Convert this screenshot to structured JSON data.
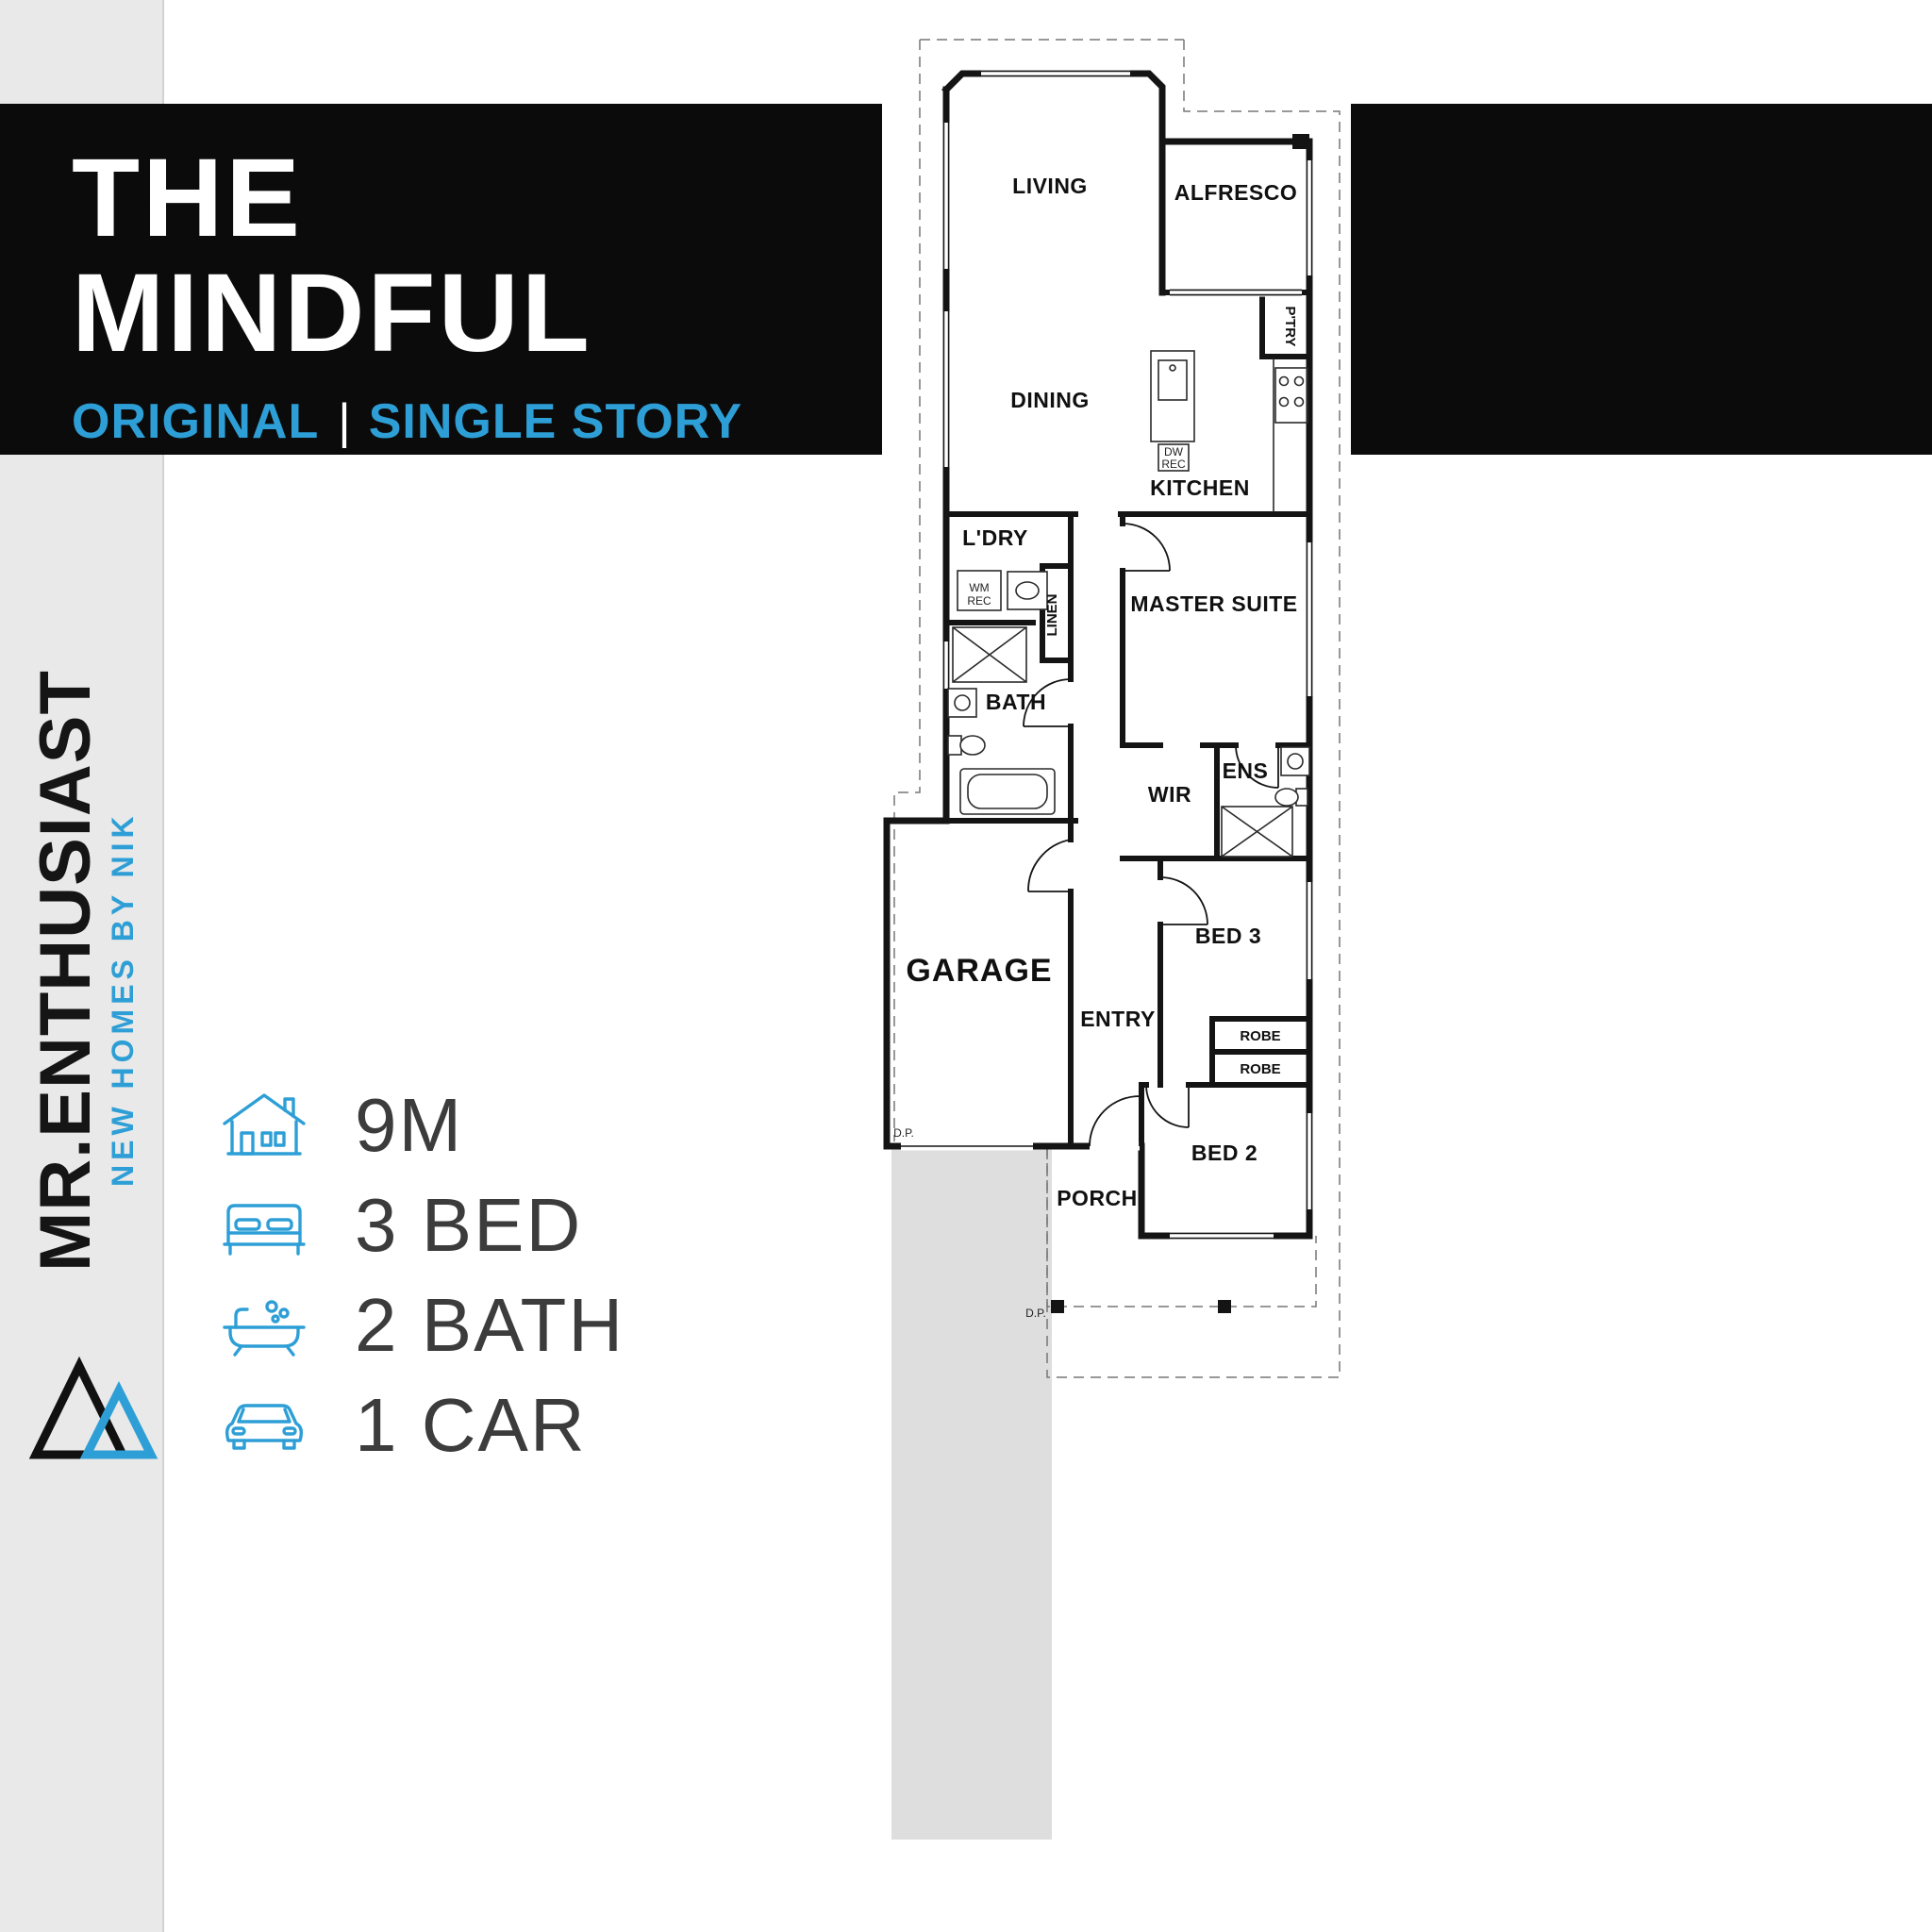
{
  "colors": {
    "accent": "#2E9FD6",
    "banner_bg": "#0B0B0B",
    "sidebar_bg": "#E9E9E9",
    "ink": "#141414",
    "feature_text": "#3C3C3C",
    "driveway": "#DEDEDE"
  },
  "sidebar": {
    "brand": "MR.ENTHUSIAST",
    "tagline": "NEW HOMES BY NIK"
  },
  "banner": {
    "title_line1": "THE",
    "title_line2": "MINDFUL",
    "subtitle_left": "ORIGINAL",
    "subtitle_separator": "|",
    "subtitle_right": "SINGLE STORY"
  },
  "features": {
    "items": [
      {
        "icon": "house-frontage-icon",
        "label": "9M"
      },
      {
        "icon": "bed-icon",
        "label": "3 BED"
      },
      {
        "icon": "bath-icon",
        "label": "2 BATH"
      },
      {
        "icon": "car-icon",
        "label": "1 CAR"
      }
    ]
  },
  "plan": {
    "rooms": {
      "living": "LIVING",
      "alfresco": "ALFRESCO",
      "pantry": "P'TRY",
      "dining": "DINING",
      "kitchen": "KITCHEN",
      "laundry": "L'DRY",
      "linen": "LINEN",
      "bath": "BATH",
      "master": "MASTER SUITE",
      "wir": "WIR",
      "ens": "ENS",
      "garage": "GARAGE",
      "entry": "ENTRY",
      "bed3": "BED 3",
      "robe1": "ROBE",
      "robe2": "ROBE",
      "bed2": "BED 2",
      "porch": "PORCH"
    },
    "annotations": {
      "dw_line1": "DW",
      "dw_line2": "REC",
      "wm_line1": "WM",
      "wm_line2": "REC",
      "dp_left": "D.P.",
      "dp_porch": "D.P."
    }
  }
}
